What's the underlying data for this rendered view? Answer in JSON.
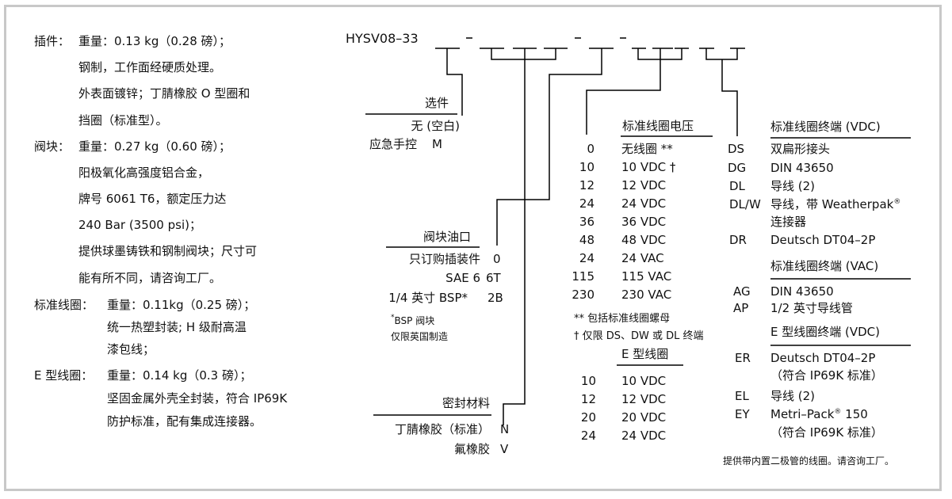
{
  "specs": {
    "cartridge": {
      "label": "插件：",
      "lines": [
        "重量：0.13 kg（0.28 磅）；",
        "钢制，工作面经硬质处理。",
        "外表面镀锌；丁腈橡胶 O 型圈和",
        "挡圈（标准型）。"
      ]
    },
    "body": {
      "label": "阀块：",
      "lines": [
        "重量：0.27 kg（0.60 磅）；",
        "阳极氧化高强度铝合金，",
        "牌号 6061 T6，额定压力达",
        "240 Bar (3500 psi)；",
        "提供球墨铸铁和钢制阀块；尺寸可",
        "能有所不同，请咨询工厂。"
      ]
    },
    "std_coil": {
      "label": "标准线圈：",
      "lines": [
        "重量：0.11kg（0.25 磅）；",
        "统一热塑封装; H 级耐高温",
        "漆包线；"
      ]
    },
    "e_coil": {
      "label": "E 型线圈：",
      "lines": [
        "重量：0.14 kg（0.3 磅）；",
        "坚固金属外壳全封装，符合 IP69K",
        "防护标准，配有集成连接器。"
      ]
    }
  },
  "model_code": {
    "prefix": "HYSV08–33",
    "dash": "–"
  },
  "options": {
    "title": "选件",
    "items": [
      {
        "label": "无 (空白)",
        "code": ""
      },
      {
        "label": "应急手控",
        "code": "M"
      }
    ]
  },
  "ports": {
    "title": "阀块油口",
    "items": [
      {
        "label": "只订购插装件",
        "code": "0"
      },
      {
        "label": "SAE 6",
        "code": "6T"
      },
      {
        "label": "1/4 英寸 BSP*",
        "code": "2B"
      }
    ],
    "note_star": "*",
    "note_lines": [
      "BSP 阀块",
      "仅限英国制造"
    ]
  },
  "seals": {
    "title": "密封材料",
    "items": [
      {
        "label": "丁腈橡胶（标准）",
        "code": "N"
      },
      {
        "label": "氟橡胶",
        "code": "V"
      }
    ]
  },
  "std_voltage": {
    "title": "标准线圈电压",
    "items": [
      {
        "code": "0",
        "label": "无线圈 **"
      },
      {
        "code": "10",
        "label": "10 VDC †"
      },
      {
        "code": "12",
        "label": "12 VDC"
      },
      {
        "code": "24",
        "label": "24 VDC"
      },
      {
        "code": "36",
        "label": "36 VDC"
      },
      {
        "code": "48",
        "label": "48 VDC"
      },
      {
        "code": "24",
        "label": "24 VAC"
      },
      {
        "code": "115",
        "label": "115 VAC"
      },
      {
        "code": "230",
        "label": "230 VAC"
      }
    ],
    "notes": [
      "** 包括标准线圈螺母",
      "† 仅限 DS、DW 或 DL 终端"
    ]
  },
  "e_voltage": {
    "title": "E 型线圈",
    "items": [
      {
        "code": "10",
        "label": "10 VDC"
      },
      {
        "code": "12",
        "label": "12 VDC"
      },
      {
        "code": "20",
        "label": "20 VDC"
      },
      {
        "code": "24",
        "label": "24 VDC"
      }
    ]
  },
  "std_term_vdc": {
    "title": "标准线圈终端 (VDC)",
    "items": [
      {
        "code": "DS",
        "label": "双扁形接头"
      },
      {
        "code": "DG",
        "label": "DIN 43650"
      },
      {
        "code": "DL",
        "label": "导线 (2)"
      },
      {
        "code": "DL/W",
        "label": "导线，带 Weatherpak",
        "sup": "®",
        "label2": "连接器"
      },
      {
        "code": "DR",
        "label": "Deutsch DT04–2P"
      }
    ]
  },
  "std_term_vac": {
    "title": "标准线圈终端 (VAC)",
    "items": [
      {
        "code": "AG",
        "label": "DIN 43650"
      },
      {
        "code": "AP",
        "label": "1/2 英寸导线管"
      }
    ]
  },
  "e_term_vdc": {
    "title": "E 型线圈终端 (VDC)",
    "items": [
      {
        "code": "ER",
        "label": "Deutsch DT04–2P",
        "label2": "（符合 IP69K 标准）"
      },
      {
        "code": "EL",
        "label": "导线 (2)"
      },
      {
        "code": "EY",
        "label": "Metri–Pack",
        "sup": "®",
        "label_after": " 150",
        "label2": "（符合 IP69K 标准）"
      }
    ]
  },
  "footer_note": "提供带内置二极管的线圈。请咨询工厂。"
}
